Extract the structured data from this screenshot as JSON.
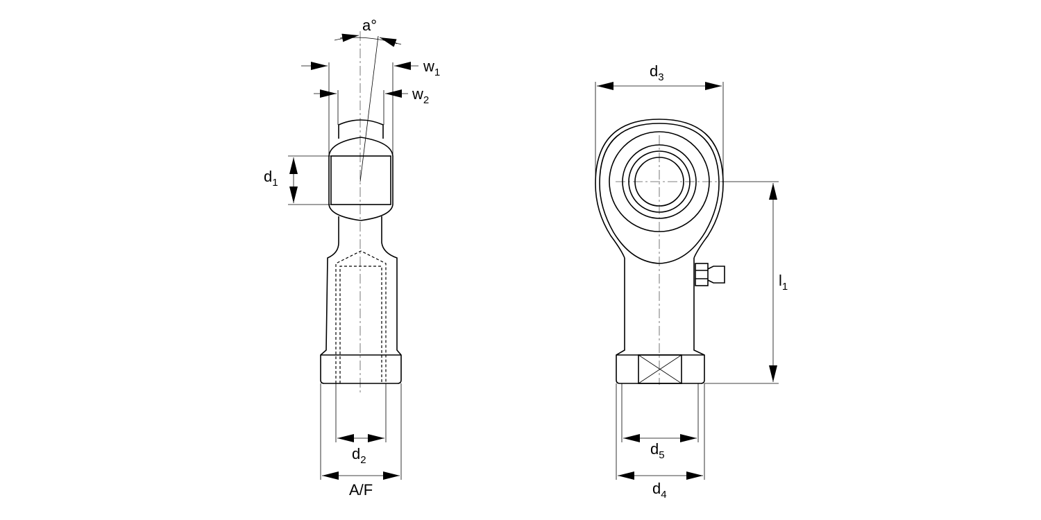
{
  "side_view": {
    "angle": {
      "main": "a°"
    },
    "w1": {
      "main": "w",
      "sub": "1"
    },
    "w2": {
      "main": "w",
      "sub": "2"
    },
    "d1": {
      "main": "d",
      "sub": "1"
    },
    "d2": {
      "main": "d",
      "sub": "2"
    },
    "af": {
      "main": "A/F"
    }
  },
  "front_view": {
    "d3": {
      "main": "d",
      "sub": "3"
    },
    "d4": {
      "main": "d",
      "sub": "4"
    },
    "d5": {
      "main": "d",
      "sub": "5"
    },
    "l1": {
      "main": "l",
      "sub": "1"
    }
  },
  "colors": {
    "line": "#000000",
    "background": "#ffffff"
  }
}
